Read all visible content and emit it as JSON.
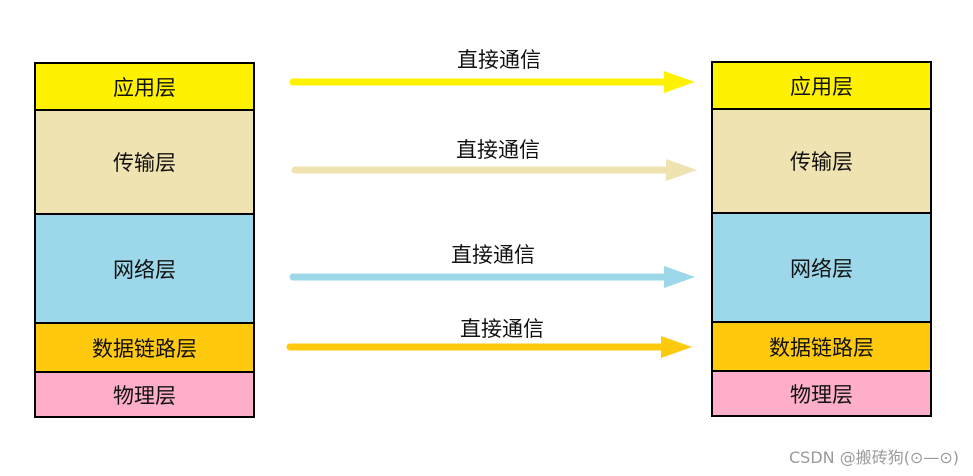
{
  "left_stack": {
    "layers": [
      {
        "label": "应用层",
        "color": "#FFF200"
      },
      {
        "label": "传输层",
        "color": "#EFE3B2"
      },
      {
        "label": "网络层",
        "color": "#9CD8EA"
      },
      {
        "label": "数据链路层",
        "color": "#FFC90E"
      },
      {
        "label": "物理层",
        "color": "#FFAEC9"
      }
    ]
  },
  "right_stack": {
    "layers": [
      {
        "label": "应用层",
        "color": "#FFF200"
      },
      {
        "label": "传输层",
        "color": "#EFE3B2"
      },
      {
        "label": "网络层",
        "color": "#9CD8EA"
      },
      {
        "label": "数据链路层",
        "color": "#FFC90E"
      },
      {
        "label": "物理层",
        "color": "#FFAEC9"
      }
    ]
  },
  "arrows": [
    {
      "label": "直接通信",
      "color": "#FFF200"
    },
    {
      "label": "直接通信",
      "color": "#EFE3B2"
    },
    {
      "label": "直接通信",
      "color": "#9CD8EA"
    },
    {
      "label": "直接通信",
      "color": "#FFC90E"
    }
  ],
  "watermark": "CSDN @搬砖狗(⊙—⊙)"
}
